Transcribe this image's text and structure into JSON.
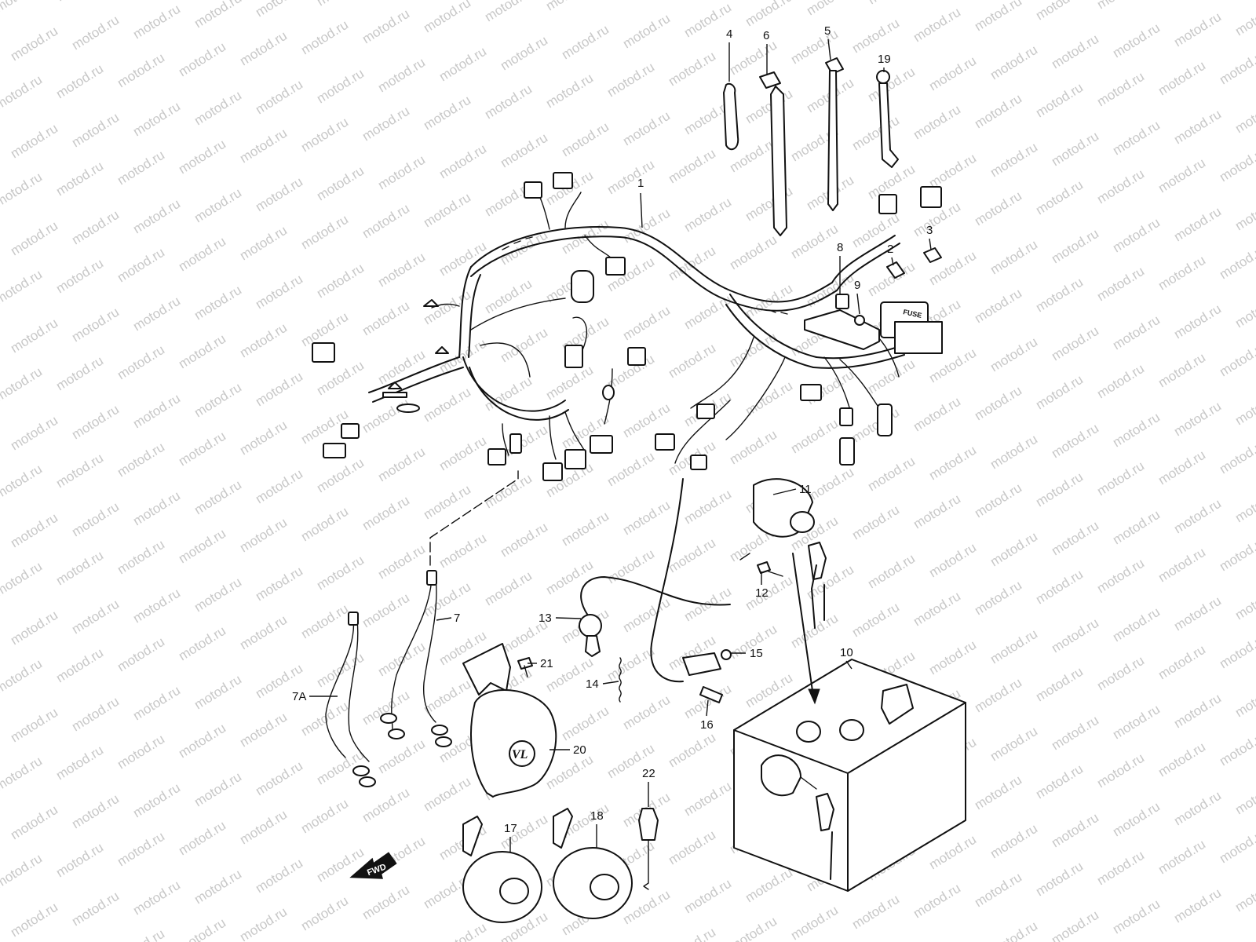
{
  "watermark": {
    "text": "motod.ru"
  },
  "callouts": [
    {
      "id": "1",
      "label": "1"
    },
    {
      "id": "2",
      "label": "2"
    },
    {
      "id": "3",
      "label": "3"
    },
    {
      "id": "4",
      "label": "4"
    },
    {
      "id": "5",
      "label": "5"
    },
    {
      "id": "6",
      "label": "6"
    },
    {
      "id": "7",
      "label": "7"
    },
    {
      "id": "7A",
      "label": "7A"
    },
    {
      "id": "8",
      "label": "8"
    },
    {
      "id": "9",
      "label": "9"
    },
    {
      "id": "10",
      "label": "10"
    },
    {
      "id": "11",
      "label": "11"
    },
    {
      "id": "12",
      "label": "12"
    },
    {
      "id": "13",
      "label": "13"
    },
    {
      "id": "14",
      "label": "14"
    },
    {
      "id": "15",
      "label": "15"
    },
    {
      "id": "16",
      "label": "16"
    },
    {
      "id": "17",
      "label": "17"
    },
    {
      "id": "18",
      "label": "18"
    },
    {
      "id": "19",
      "label": "19"
    },
    {
      "id": "20",
      "label": "20"
    },
    {
      "id": "21",
      "label": "21"
    },
    {
      "id": "22",
      "label": "22"
    }
  ],
  "fuse_box_label": "FUSE",
  "horn_cover_emblem": "VL",
  "direction_arrow_label": "FWD"
}
